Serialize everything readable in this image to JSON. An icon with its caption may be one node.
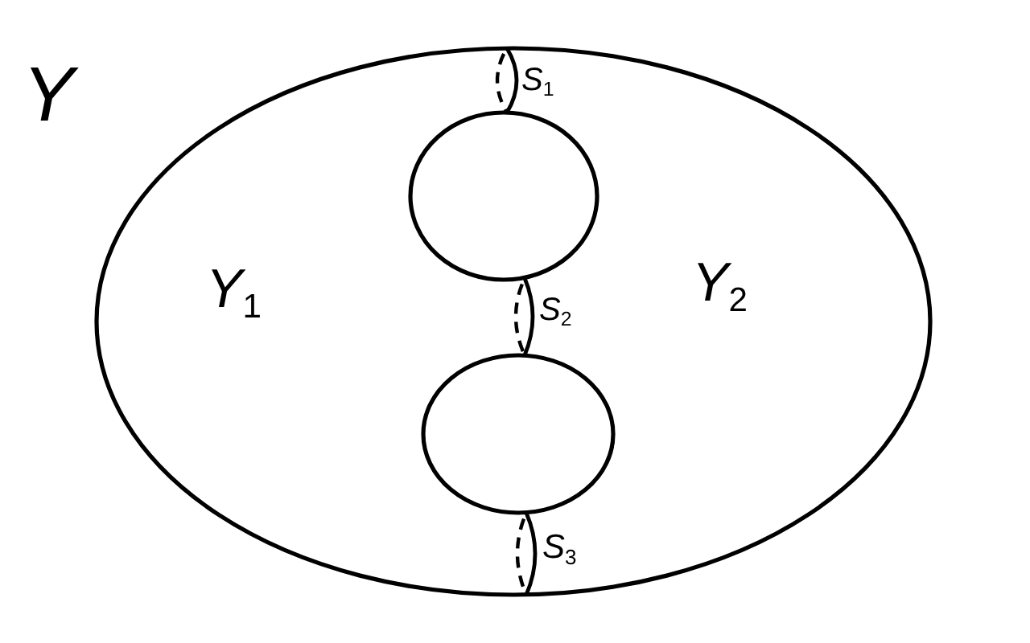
{
  "diagram": {
    "labels": [
      "Y",
      "S$_{1}$",
      "Y$_{1}$",
      "S$_{2}$",
      "Y$_{2}$",
      "S$_{3}$"
    ]
  }
}
